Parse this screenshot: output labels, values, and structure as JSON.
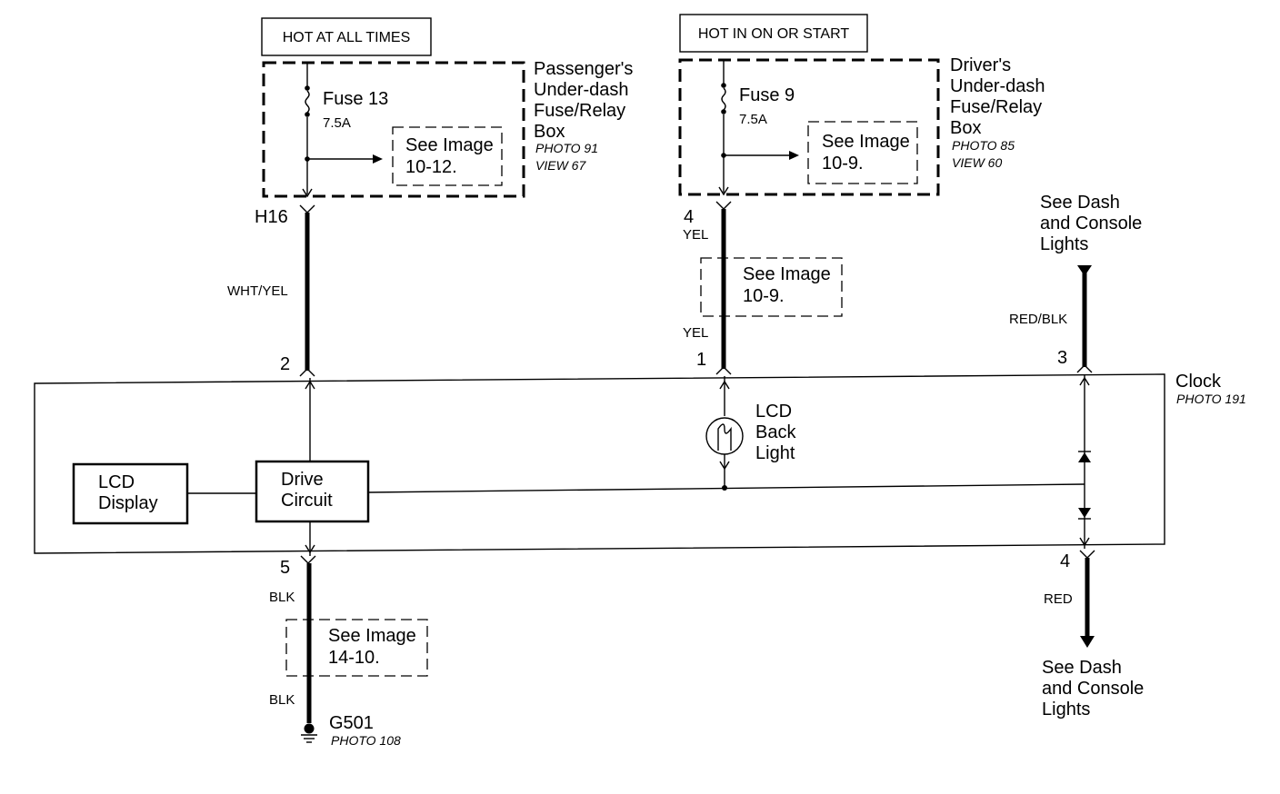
{
  "header_left": "HOT AT ALL TIMES",
  "header_right": "HOT IN ON OR START",
  "passenger_box": {
    "name_lines": [
      "Passenger's",
      "Under-dash",
      "Fuse/Relay",
      "Box"
    ],
    "photo": "PHOTO 91",
    "view": "VIEW 67",
    "fuse": "Fuse 13",
    "amps": "7.5A",
    "see_image": [
      "See Image",
      "10-12."
    ]
  },
  "driver_box": {
    "name_lines": [
      "Driver's",
      "Under-dash",
      "Fuse/Relay",
      "Box"
    ],
    "photo": "PHOTO 85",
    "view": "VIEW 60",
    "fuse": "Fuse 9",
    "amps": "7.5A",
    "see_image": [
      "See Image",
      "10-9."
    ]
  },
  "wires": {
    "h16": "H16",
    "wht_yel": "WHT/YEL",
    "pin2": "2",
    "c4": "4",
    "yel_top": "YEL",
    "see_image_mid": [
      "See Image",
      "10-9."
    ],
    "yel_bottom": "YEL",
    "pin1": "1",
    "see_dash_top": [
      "See Dash",
      "and Console",
      "Lights"
    ],
    "red_blk": "RED/BLK",
    "pin3": "3",
    "pin5": "5",
    "blk_top": "BLK",
    "see_image_bottom": [
      "See Image",
      "14-10."
    ],
    "blk_bottom": "BLK",
    "ground": "G501",
    "ground_photo": "PHOTO 108",
    "pin4": "4",
    "red": "RED",
    "see_dash_bottom": [
      "See Dash",
      "and Console",
      "Lights"
    ]
  },
  "clock": {
    "name": "Clock",
    "photo": "PHOTO 191",
    "lcd_display": [
      "LCD",
      "Display"
    ],
    "drive_circuit": [
      "Drive",
      "Circuit"
    ],
    "back_light": [
      "LCD",
      "Back",
      "Light"
    ]
  }
}
